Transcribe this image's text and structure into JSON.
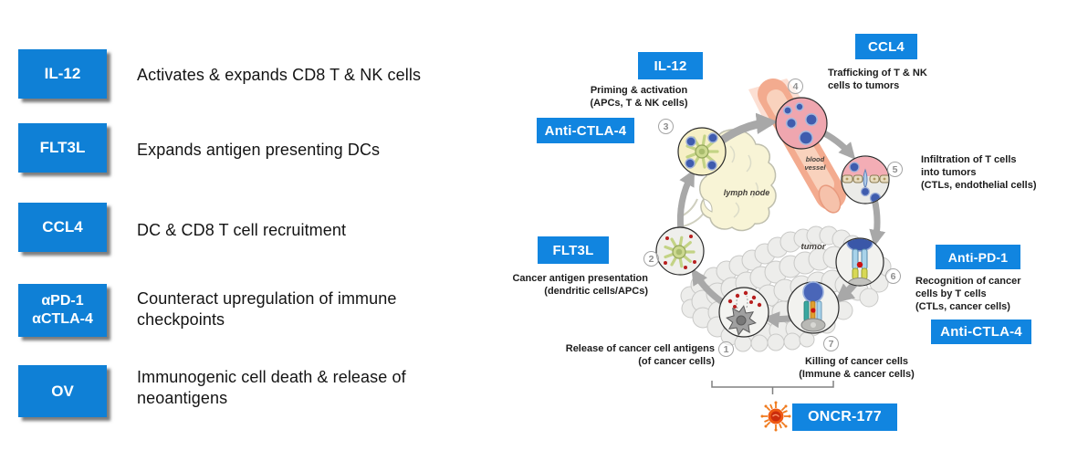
{
  "legend": {
    "items": [
      {
        "label": "IL-12",
        "description": "Activates & expands CD8 T & NK cells"
      },
      {
        "label": "FLT3L",
        "description": "Expands antigen presenting DCs"
      },
      {
        "label": "CCL4",
        "description": "DC & CD8 T cell recruitment"
      },
      {
        "label": "αPD-1\nαCTLA-4",
        "description": "Counteract upregulation of immune\ncheckpoints"
      },
      {
        "label": "OV",
        "description": "Immunogenic cell death & release of\nneoantigens"
      }
    ]
  },
  "cycle": {
    "tags": {
      "il12": "IL-12",
      "anti_ctla4_top": "Anti-CTLA-4",
      "flt3l": "FLT3L",
      "ccl4": "CCL4",
      "anti_pd1": "Anti-PD-1",
      "anti_ctla4_bottom": "Anti-CTLA-4",
      "oncr": "ONCR-177"
    },
    "steps": [
      {
        "num": "1",
        "text": "Release of cancer cell antigens\n(of cancer cells)"
      },
      {
        "num": "2",
        "text": "Cancer antigen presentation\n(dendritic cells/APCs)"
      },
      {
        "num": "3",
        "text": "Priming & activation\n(APCs, T & NK cells)"
      },
      {
        "num": "4",
        "text": "Trafficking of T & NK\ncells to tumors"
      },
      {
        "num": "5",
        "text": "Infiltration of T cells\ninto tumors\n(CTLs, endothelial cells)"
      },
      {
        "num": "6",
        "text": "Recognition of cancer\ncells by T cells\n(CTLs, cancer cells)"
      },
      {
        "num": "7",
        "text": "Killing of cancer cells\n(Immune & cancer cells)"
      }
    ],
    "anatomy": {
      "lymph_node": "lymph node",
      "blood_vessel": "blood\nvessel",
      "tumor": "tumor"
    },
    "icons": {
      "virus": "oncolytic-virus-icon"
    }
  },
  "colors": {
    "legend_blue": "#0f80d6",
    "tag_blue": "#1185e0",
    "arrow_gray": "#a8a8a8",
    "vessel_pink": "#f3ab8f",
    "lymph_yellow": "#f8f4d6",
    "tumor_gray": "#ededeb",
    "virus_orange": "#f07b1e",
    "virus_red": "#cb2c0c"
  }
}
